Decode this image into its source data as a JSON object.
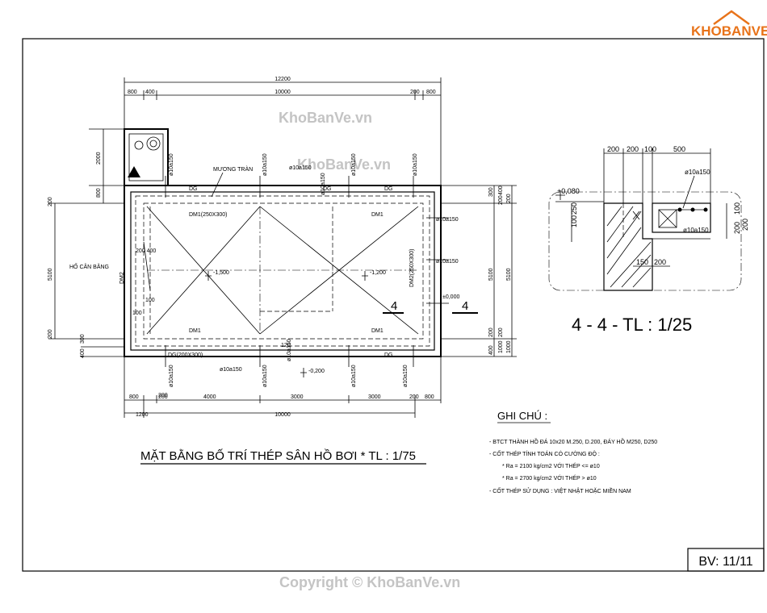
{
  "logo": {
    "text": "KHOBANVE"
  },
  "watermarks": {
    "top": "KhoBanVe.vn",
    "middle": "KhoBanVe.vn",
    "copyright": "Copyright © KhoBanVe.vn"
  },
  "plan": {
    "title": "MẶT BẰNG BỐ TRÍ THÉP SÂN HỒ BƠI * TL : 1/75",
    "dims_top": {
      "overall": "12200",
      "inner": "10000",
      "left_a": "800",
      "left_b": "400",
      "right_a": "200",
      "right_b": "800"
    },
    "dims_bottom": {
      "seg1": "800",
      "seg2": "200",
      "seg3": "4000",
      "seg4": "3000",
      "seg5": "3000",
      "seg6": "200",
      "seg7": "800",
      "left": "1200",
      "inner": "10000"
    },
    "dims_left": {
      "upper_2000": "2000",
      "upper_800": "800",
      "mid_200": "200",
      "mid_5100": "5100",
      "low_200": "200",
      "low_400": "400",
      "low_300": "300"
    },
    "dims_right": {
      "a_300": "300",
      "a_400": "400",
      "a_200": "200",
      "b_200": "200",
      "b_5100": "5100",
      "b_5100b": "5100",
      "c_200": "200",
      "c_200b": "200",
      "d_400": "400",
      "d_1000": "1000",
      "d_1000b": "1000"
    },
    "labels": {
      "muong_tran": "MƯƠNG TRÀN",
      "ho_can_bang": "HỐ CÂN BẰNG",
      "dm1_top_left": "DM1(250X300)",
      "dm1_top_right": "DM1",
      "dm1_bot_left": "DM1",
      "dm1_bot_right": "DM1",
      "dm2_left": "DM2",
      "dm2_right": "DM2(250X300)",
      "dg_top_left": "DG",
      "dg_top_mid": "DG",
      "dg_top_right": "DG",
      "dg_bot_left": "DG(200X300)",
      "dg_bot_right": "DG",
      "lvl_left": "-1,500",
      "lvl_right": "-1,200",
      "lvl_zero": "±0,000",
      "lvl_out": "-0,200",
      "section_mark": "4",
      "section_mark_r": "4",
      "dim_200_400": "200 400",
      "dim_100": "100",
      "dim_100b": "100",
      "dim_200_small": "200",
      "dim_120": "120"
    },
    "rebar": {
      "r1": "ø10a150",
      "r2": "ø10a150",
      "r3": "ø10a150",
      "r4": "ø10a150",
      "r5": "ø10a150",
      "r6": "ø10a150",
      "r7": "ø10a150",
      "r8": "ø10a150",
      "r9": "ø10a150",
      "r10": "ø10a150",
      "r11": "ø10a150",
      "r12": "ø10a150",
      "r13": "ø10a150",
      "r14": "ø10a150"
    }
  },
  "section": {
    "title": "4 - 4 - TL : 1/25",
    "dims": {
      "a": "200",
      "b": "200",
      "c": "100",
      "d": "500",
      "e": "150",
      "f": "200",
      "g": "200",
      "h": "100",
      "i": "100",
      "j": "250",
      "k": "200"
    },
    "level": "+0,080",
    "rebar_top": "ø10a150",
    "rebar_bot": "ø10a150"
  },
  "notes": {
    "heading": "GHI CHÚ :",
    "lines": [
      "- BTCT THÀNH HỒ ĐÁ 10x20 M.250, D.200, ĐÁY HỒ M250, D250",
      "- CỐT THÉP TÍNH TOÁN CÓ CƯỜNG ĐỘ :",
      "* Ra = 2100 kg/cm2 VỚI THÉP <= ø10",
      "* Ra = 2700 kg/cm2 VỚI THÉP > ø10",
      "- CỐT THÉP SỬ DỤNG : VIỆT NHẬT HOẶC MIỀN NAM"
    ]
  },
  "sheet": {
    "label": "BV: 11/11"
  },
  "colors": {
    "logo_orange": "#e8731a",
    "logo_gray": "#6d6d6d",
    "watermark": "#c4c4c4"
  }
}
